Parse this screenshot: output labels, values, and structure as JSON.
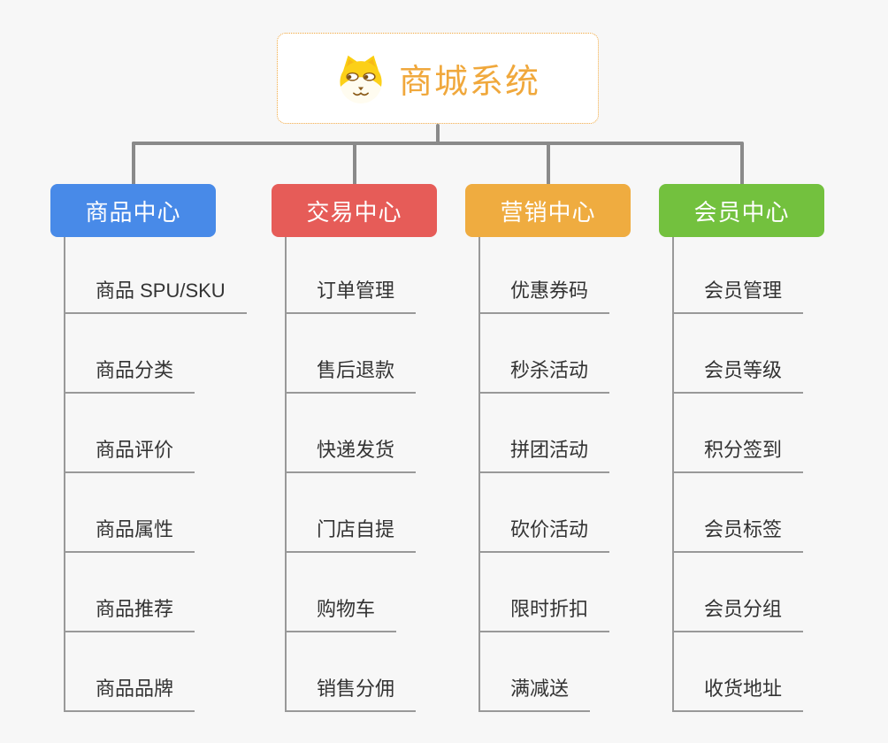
{
  "page": {
    "background_color": "#f7f7f7"
  },
  "root": {
    "title": "商城系统",
    "icon": "shiba-dog-icon",
    "accent_color": "#f0a83c",
    "border_style": "dotted"
  },
  "connector_color": "#8a8a8a",
  "leaf_line_color": "#999999",
  "branches": [
    {
      "label": "商品中心",
      "color": "#488ae8",
      "items": [
        "商品 SPU/SKU",
        "商品分类",
        "商品评价",
        "商品属性",
        "商品推荐",
        "商品品牌"
      ]
    },
    {
      "label": "交易中心",
      "color": "#e65c58",
      "items": [
        "订单管理",
        "售后退款",
        "快递发货",
        "门店自提",
        "购物车",
        "销售分佣"
      ]
    },
    {
      "label": "营销中心",
      "color": "#efac40",
      "items": [
        "优惠券码",
        "秒杀活动",
        "拼团活动",
        "砍价活动",
        "限时折扣",
        "满减送"
      ]
    },
    {
      "label": "会员中心",
      "color": "#73c13e",
      "items": [
        "会员管理",
        "会员等级",
        "积分签到",
        "会员标签",
        "会员分组",
        "收货地址"
      ]
    }
  ]
}
